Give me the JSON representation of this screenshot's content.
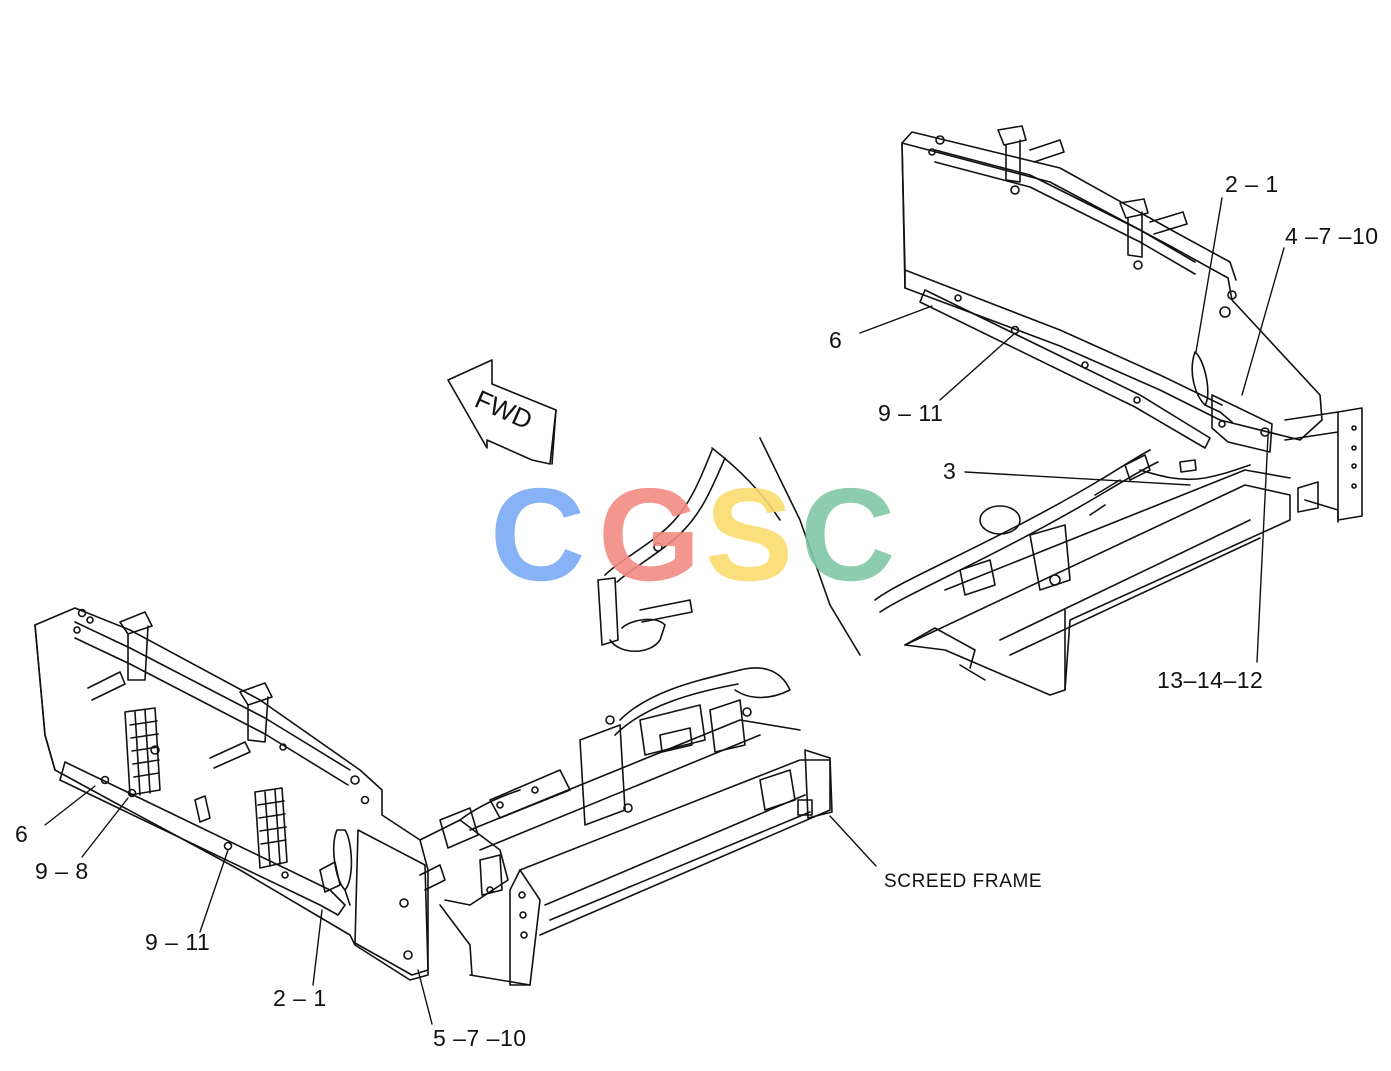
{
  "callouts": {
    "top_2_1": "2 – 1",
    "top_4_7_10": "4 –7 –10",
    "top_6": "6",
    "top_9_11": "9 – 11",
    "top_3": "3",
    "top_13_14_12": "13–14–12",
    "bottom_6": "6",
    "bottom_9_8": "9 – 8",
    "bottom_9_11": "9 – 11",
    "bottom_2_1": "2 – 1",
    "bottom_5_7_10": "5 –7 –10",
    "screed_frame": "SCREED FRAME"
  },
  "arrow": {
    "text": "FWD"
  },
  "watermark": {
    "letters": [
      "C",
      "G",
      "S",
      "C"
    ],
    "colors": [
      "#7aabf5",
      "#f28b82",
      "#fbdb6e",
      "#81c7a4"
    ]
  },
  "colors": {
    "line": "#111111",
    "background": "#ffffff"
  }
}
